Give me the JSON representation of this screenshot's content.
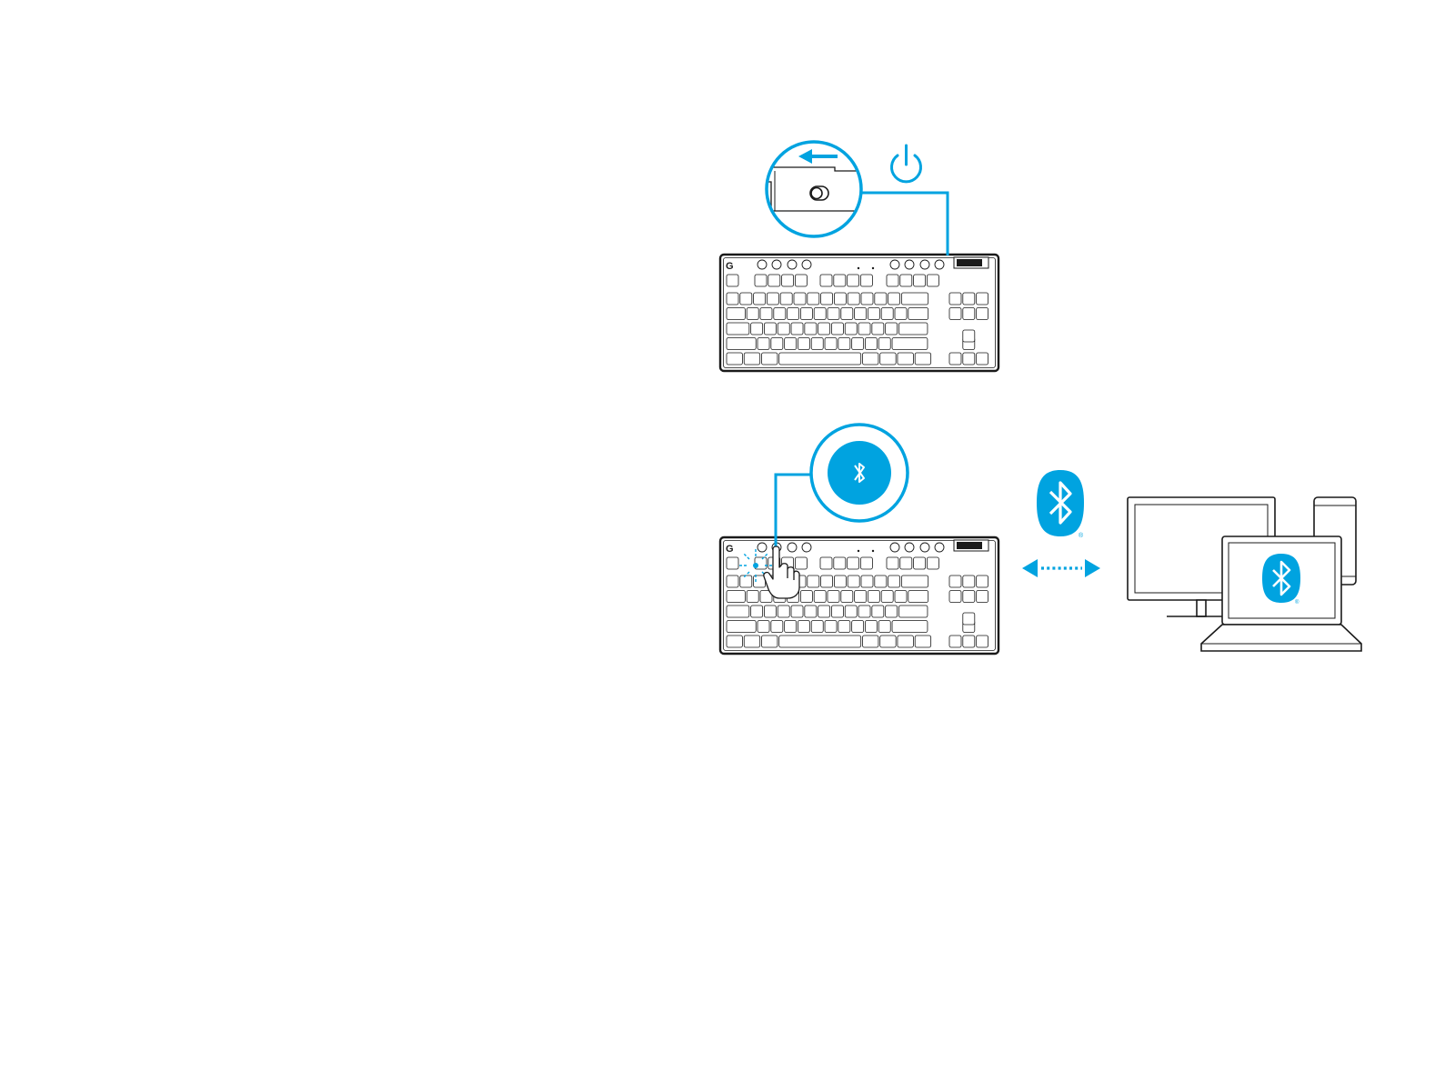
{
  "colors": {
    "accent": "#00a3e0",
    "line": "#1a1a1a",
    "background": "#ffffff"
  },
  "icons": {
    "brand": "logitech-g-logo",
    "power": "power-icon",
    "bluetooth": "bluetooth-icon",
    "hand": "pointing-hand-icon",
    "arrow_slide": "slide-left-arrow-icon",
    "switch": "power-slide-switch-icon",
    "monitor": "desktop-monitor-icon",
    "laptop": "laptop-icon",
    "phone": "smartphone-icon",
    "link": "bidirectional-dotted-arrow-icon"
  },
  "steps": [
    {
      "id": "power-on",
      "description_icon": "power-icon"
    },
    {
      "id": "bluetooth-pairing",
      "description_icon": "bluetooth-icon"
    }
  ],
  "trademark": "®"
}
